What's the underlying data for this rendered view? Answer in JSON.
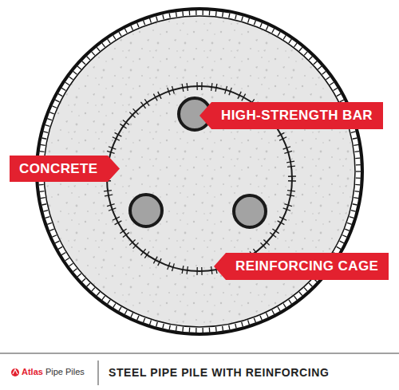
{
  "diagram": {
    "caption": "STEEL PIPE PILE WITH REINFORCING",
    "nodes": [
      {
        "text": [
          "HIGH-STRENGTH BAR"
        ]
      },
      {
        "text": [
          "CONCRETE"
        ]
      },
      {
        "text": [
          "REINFORCING CAGE"
        ]
      }
    ],
    "labels": [
      "Atlas",
      "Pipe Piles"
    ]
  }
}
